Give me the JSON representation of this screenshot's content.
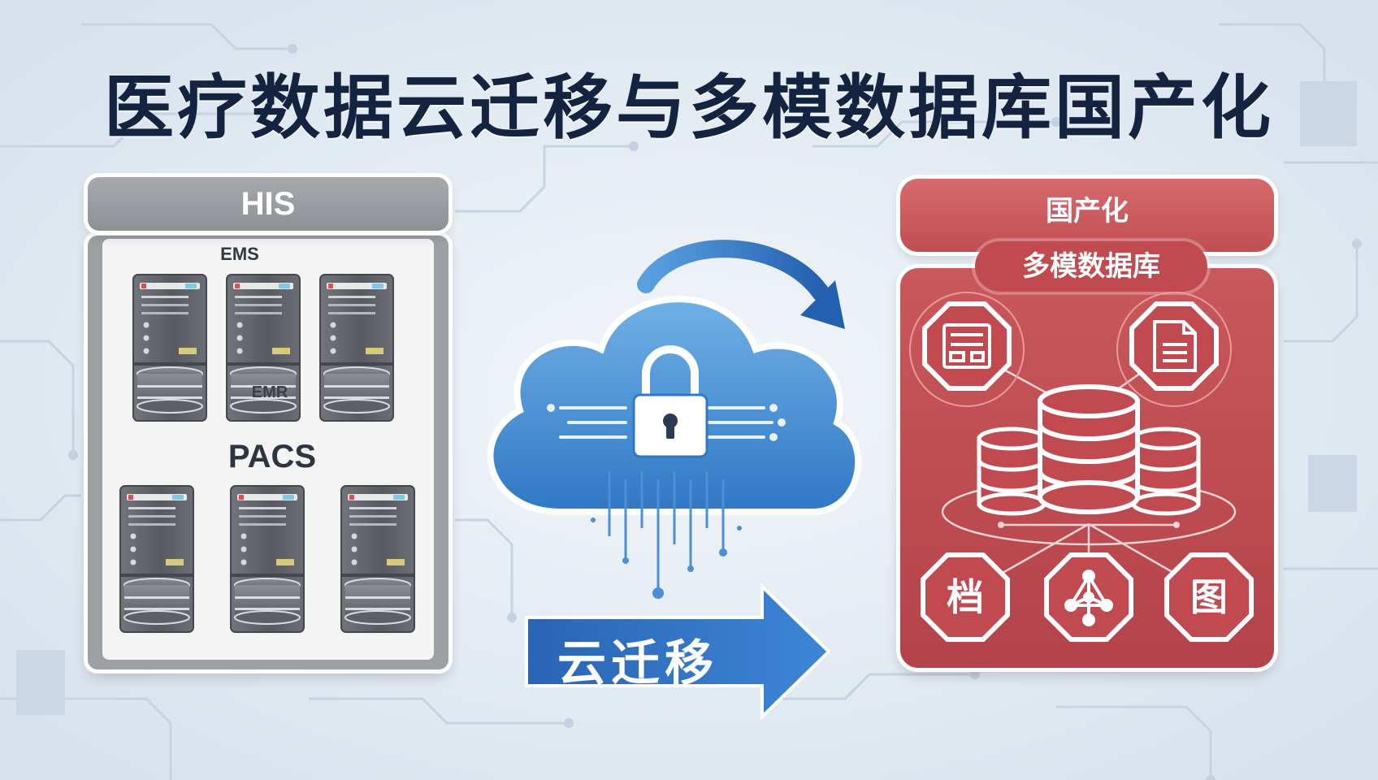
{
  "title": "医疗数据云迁移与多模数据库国产化",
  "left_panel": {
    "header": "HIS",
    "group1_label": "EMS",
    "emr_label": "EMR",
    "group2_label": "PACS"
  },
  "migration_label": "云迁移",
  "right_panel": {
    "header": "国产化",
    "subheader": "多模数据库",
    "bottom_icon_labels": [
      "档",
      "图"
    ]
  },
  "colors": {
    "title": "#14233f",
    "left_panel": "#9c9fa4",
    "right_panel": "#c14e52",
    "cloud": "#3f8fd4",
    "arrow": "#2f6fc0"
  },
  "icons": [
    "server-icon",
    "cloud-icon",
    "lock-icon",
    "curved-arrow-icon",
    "right-arrow-icon",
    "database-icon",
    "document-icon",
    "form-icon",
    "graph-network-icon"
  ]
}
